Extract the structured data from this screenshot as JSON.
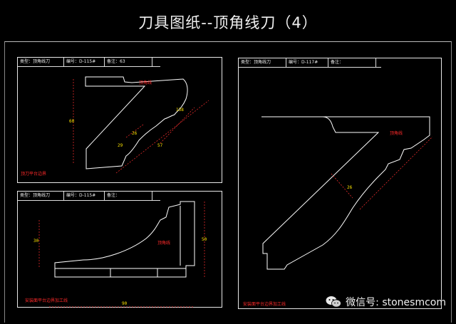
{
  "title": "刀具图纸--顶角线刀（4）",
  "panels": {
    "top_left": {
      "header": [
        "类型：顶角线刀",
        "编号：D-115#",
        "备注：63"
      ],
      "red_labels": [
        "顶角线",
        "顶刀平台边界"
      ],
      "dims": [
        "60",
        "26",
        "29",
        "138",
        "57"
      ]
    },
    "bottom_left": {
      "header": [
        "类型：顶角线刀",
        "编号：D-115#",
        "备注："
      ],
      "red_labels": [
        "顶角线",
        "安装面平台边界加工线"
      ],
      "dims": [
        "30",
        "50",
        "90"
      ]
    },
    "right": {
      "header": [
        "类型：顶角线刀",
        "编号：D-117#",
        "备注："
      ],
      "red_labels": [
        "顶角线",
        "安装面平台边界加工线"
      ],
      "dims": [
        "26"
      ]
    }
  },
  "watermark": {
    "label": "微信号: stonesmcom",
    "icon": "wechat-icon"
  },
  "colors": {
    "line": "#ffffff",
    "dim": "#ffe600",
    "dimline": "#ff3030",
    "label": "#ff2a2a"
  }
}
